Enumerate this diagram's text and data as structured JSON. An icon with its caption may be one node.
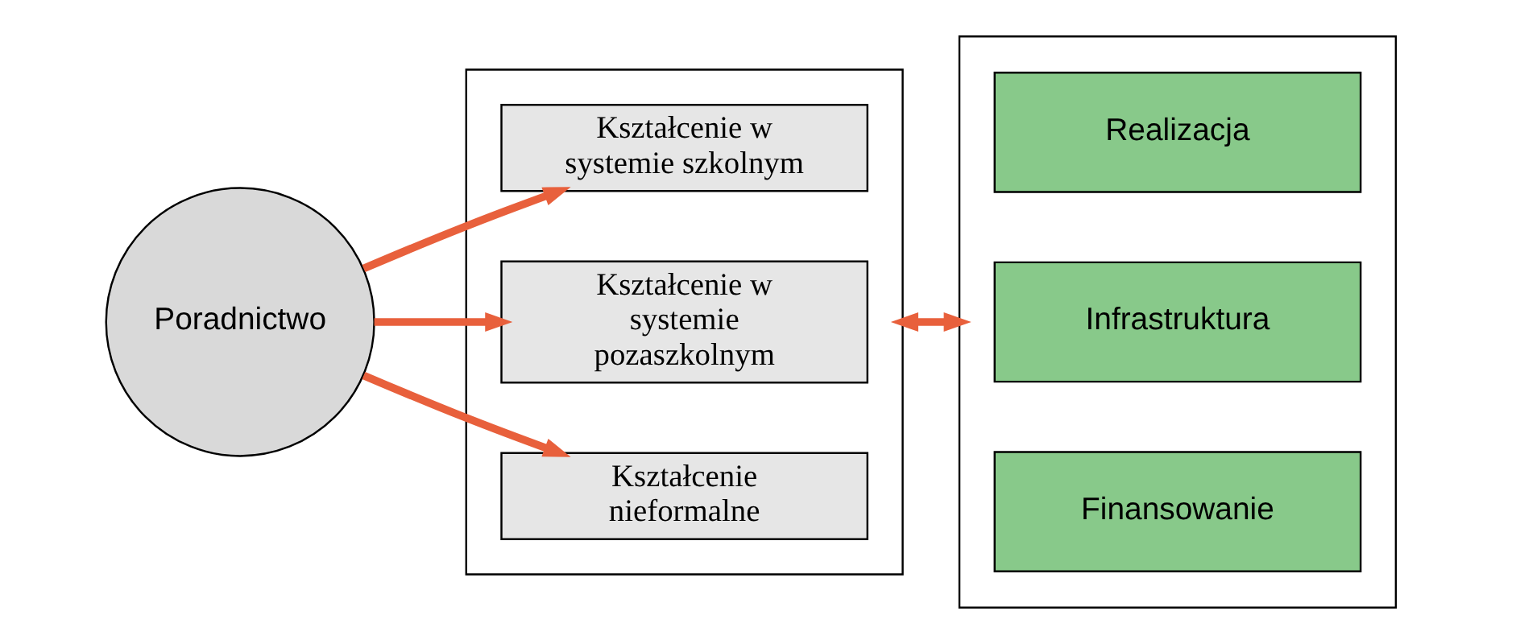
{
  "diagram": {
    "nodes": [
      {
        "text": [
          "Poradnictwo"
        ]
      },
      {
        "text": [],
        "shape": "box"
      },
      {
        "text": [
          "Kształcenie w systemie szkolnym"
        ],
        "in": 1
      },
      {
        "text": [
          "Kształcenie w systemie pozaszkolnym"
        ],
        "in": 1
      },
      {
        "text": [
          "Kształcenie nieformalne"
        ],
        "in": 1
      },
      {
        "text": [],
        "shape": "box"
      },
      {
        "text": [
          "Realizacja"
        ],
        "in": 5
      },
      {
        "text": [
          "Infrastruktura"
        ],
        "in": 5
      },
      {
        "text": [
          "Finansowanie"
        ],
        "in": 5
      }
    ],
    "edges": [
      {
        "from": 0,
        "to": 2,
        "arrow": "to"
      },
      {
        "from": 0,
        "to": 3,
        "arrow": "to"
      },
      {
        "from": 0,
        "to": 4,
        "arrow": "to"
      },
      {
        "from": 1,
        "to": 5,
        "arrow": "both"
      }
    ]
  }
}
